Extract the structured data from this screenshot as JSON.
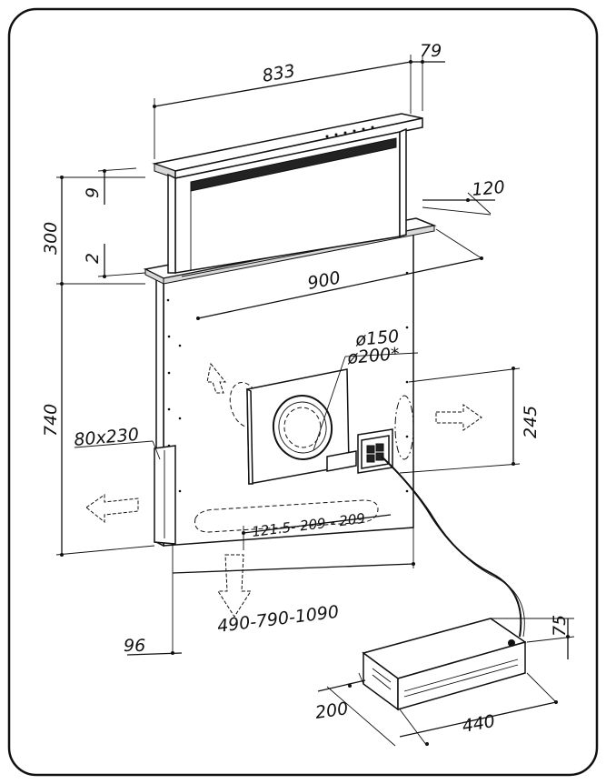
{
  "dimensions": {
    "width_top": "833",
    "depth_top": "79",
    "height_total": "300",
    "h_9": "9",
    "h_2": "2",
    "depth_base": "120",
    "width_base": "900",
    "diameter_150": "ø150",
    "diameter_200": "ø200*",
    "height_740": "740",
    "opening": "80x230",
    "height_245": "245",
    "spacing": "121.5- 209 - 209",
    "depth_range": "490-790-1090",
    "bottom_96": "96",
    "motor_height": "75",
    "motor_depth": "200",
    "motor_width": "440"
  }
}
